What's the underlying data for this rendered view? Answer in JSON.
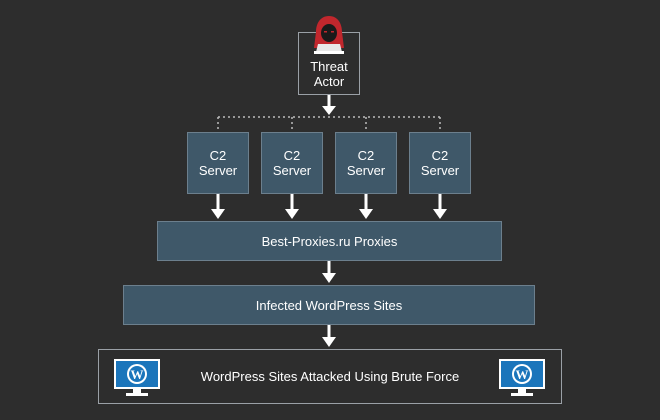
{
  "actor": {
    "label": "Threat\nActor",
    "icon": "hooded-hacker-icon"
  },
  "c2_servers": [
    {
      "label": "C2\nServer"
    },
    {
      "label": "C2\nServer"
    },
    {
      "label": "C2\nServer"
    },
    {
      "label": "C2\nServer"
    }
  ],
  "proxies": {
    "label": "Best-Proxies.ru Proxies"
  },
  "infected": {
    "label": "Infected WordPress Sites"
  },
  "attacked": {
    "label": "WordPress Sites Attacked Using Brute Force",
    "icon": "wordpress-monitor-icon"
  },
  "colors": {
    "background": "#2d2d2d",
    "box_fill": "#3f5869",
    "arrow": "#ffffff",
    "hood": "#c1272d",
    "wordpress_blue": "#1b75bb"
  }
}
